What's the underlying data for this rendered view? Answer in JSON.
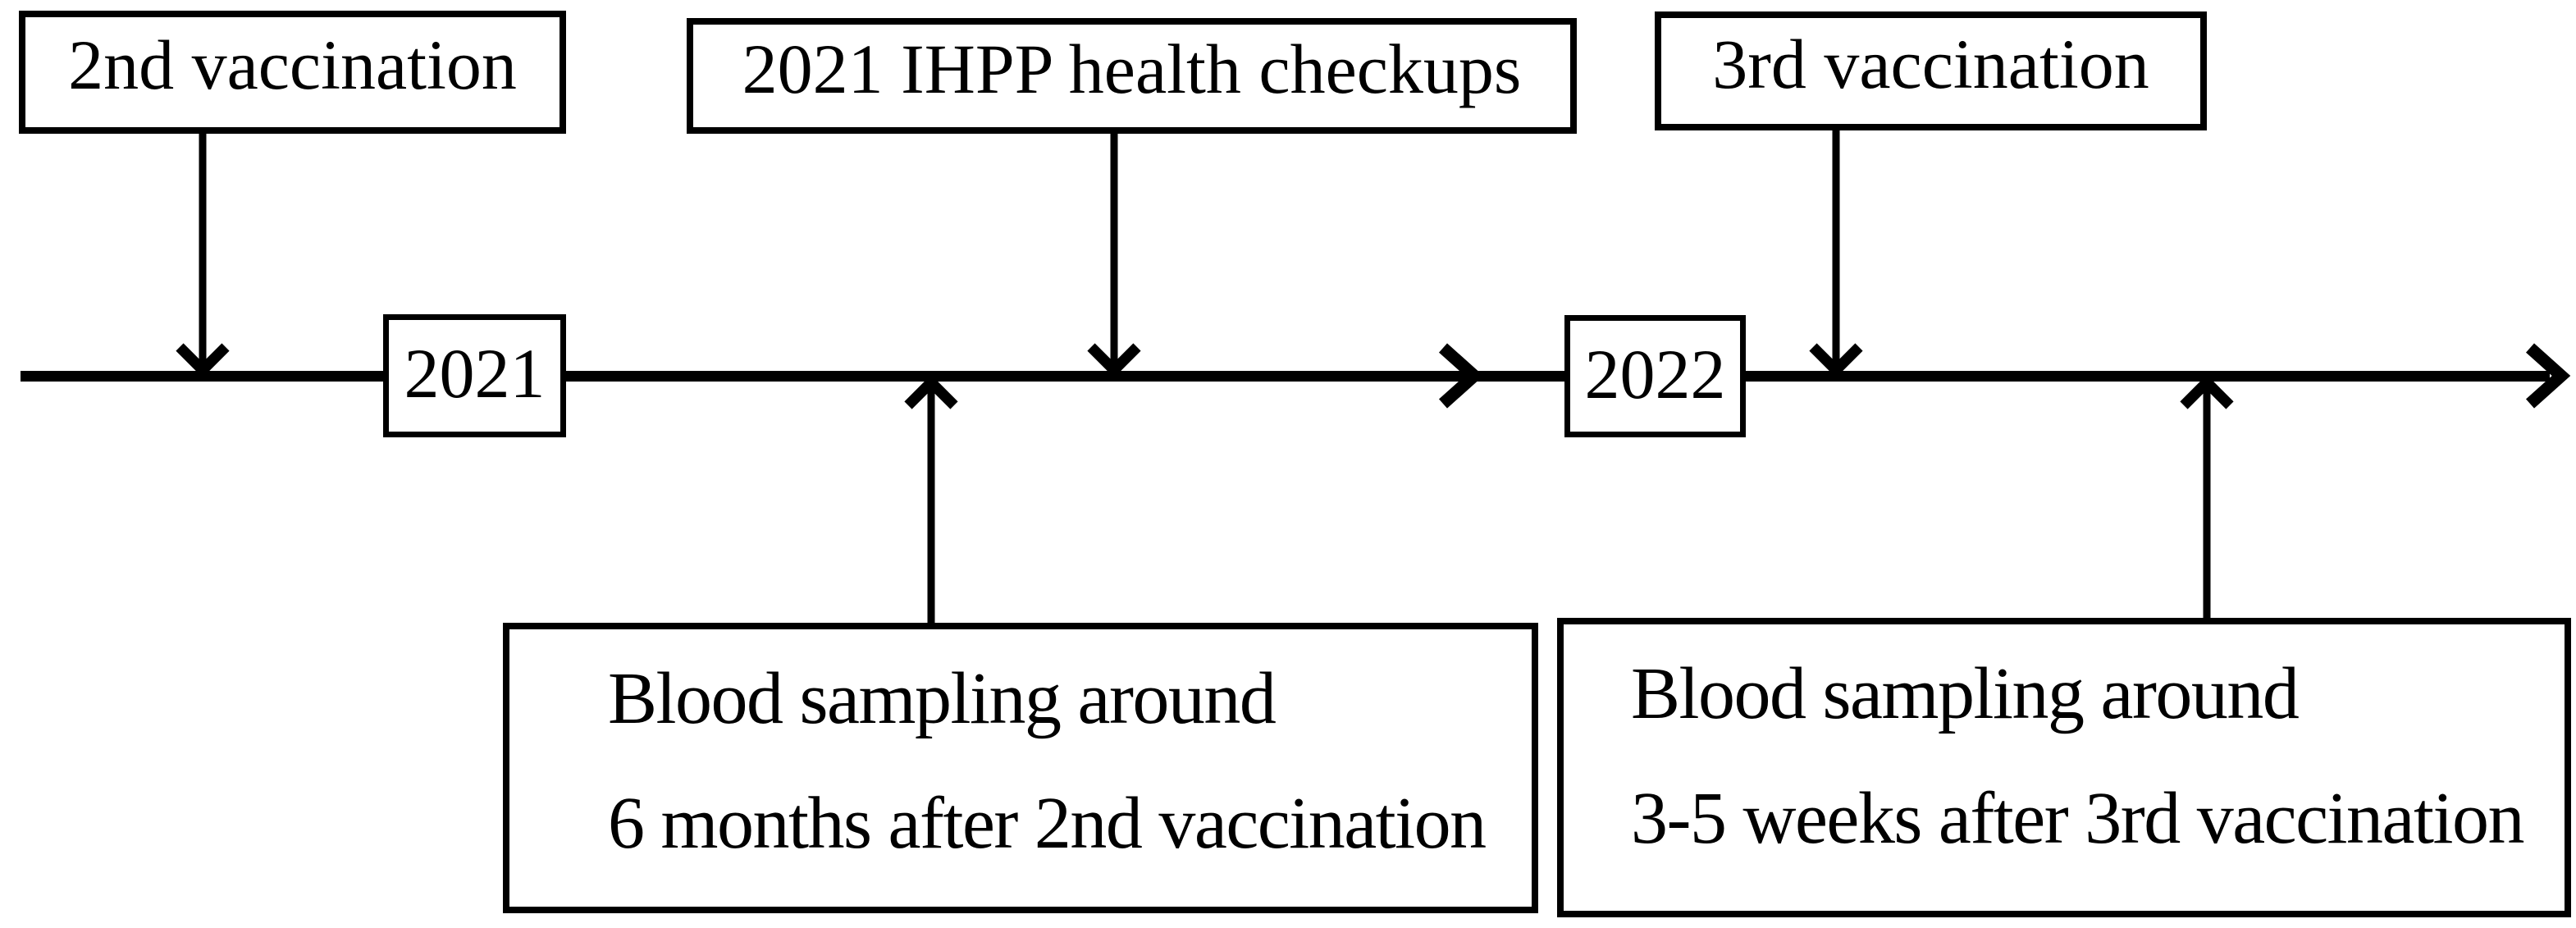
{
  "colors": {
    "ink": "#000000",
    "background": "#ffffff"
  },
  "timeline": {
    "year_markers": [
      {
        "label": "2021"
      },
      {
        "label": "2022"
      }
    ],
    "events_above": [
      {
        "label": "2nd vaccination"
      },
      {
        "label": "2021 IHPP health checkups"
      },
      {
        "label": "3rd vaccination"
      }
    ],
    "events_below": [
      {
        "lines": [
          "Blood sampling around",
          "6 months after 2nd vaccination"
        ]
      },
      {
        "lines": [
          "Blood sampling around",
          "3-5 weeks after 3rd vaccination"
        ]
      }
    ]
  }
}
